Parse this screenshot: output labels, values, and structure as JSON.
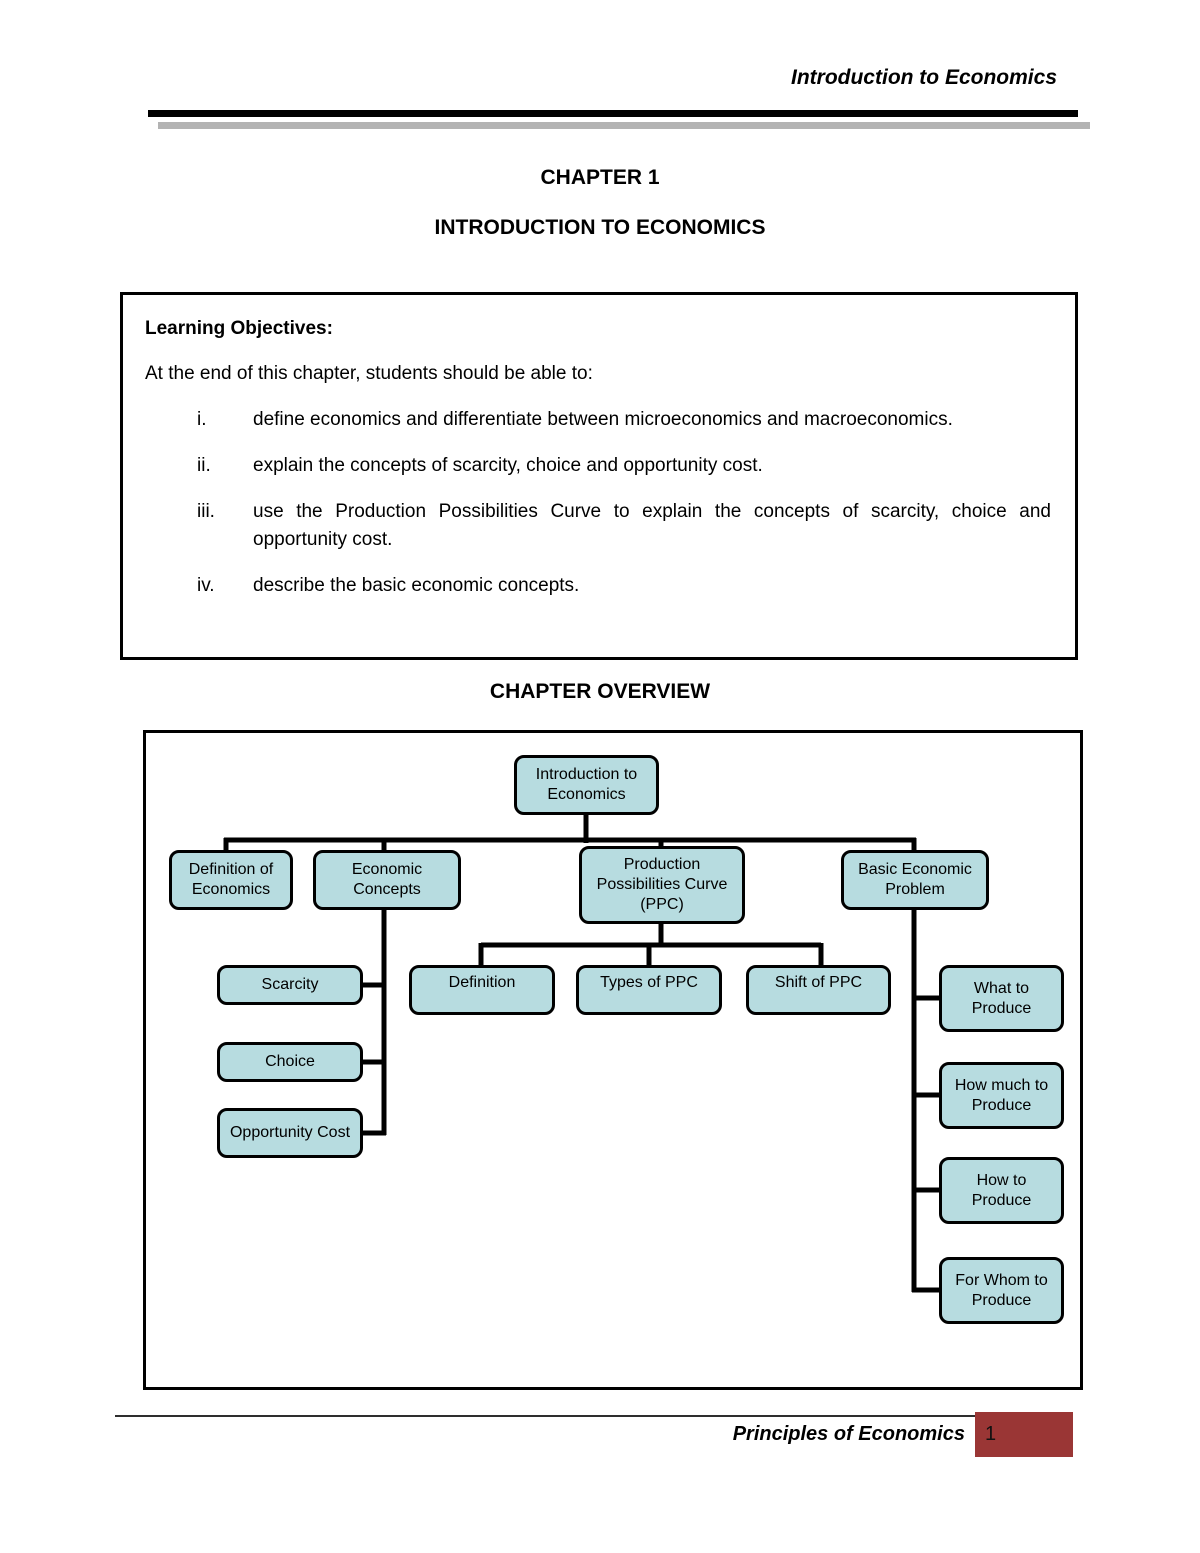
{
  "header": {
    "title": "Introduction to Economics"
  },
  "chapter": {
    "label": "CHAPTER 1",
    "title": "INTRODUCTION TO ECONOMICS"
  },
  "learning_objectives": {
    "heading": "Learning Objectives:",
    "intro": "At the end of this chapter, students should be able to:",
    "items": [
      {
        "num": "i.",
        "text": "define economics and differentiate between microeconomics and macroeconomics."
      },
      {
        "num": "ii.",
        "text": "explain the concepts of scarcity, choice and opportunity cost."
      },
      {
        "num": "iii.",
        "text": "use the Production Possibilities Curve to explain the concepts of scarcity, choice and opportunity cost."
      },
      {
        "num": "iv.",
        "text": "describe the basic economic concepts."
      }
    ]
  },
  "overview": {
    "heading": "CHAPTER OVERVIEW",
    "node_fill": "#b7dce0",
    "nodes": {
      "intro": "Introduction to Economics",
      "definition_of_economics": "Definition of Economics",
      "economic_concepts": "Economic Concepts",
      "ppc": "Production Possibilities Curve (PPC)",
      "basic_economic_problem": "Basic Economic Problem",
      "scarcity": "Scarcity",
      "choice": "Choice",
      "opportunity_cost": "Opportunity Cost",
      "definition": "Definition",
      "types_of_ppc": "Types of PPC",
      "shift_of_ppc": "Shift of PPC",
      "what_to_produce": "What to Produce",
      "how_much_to_produce": "How much to Produce",
      "how_to_produce": "How to Produce",
      "for_whom_to_produce": "For Whom to Produce"
    }
  },
  "footer": {
    "book_title": "Principles of Economics",
    "page_number": "1",
    "accent_color": "#9a3635"
  },
  "rules": {
    "shadow_color": "#b3b3b3"
  }
}
